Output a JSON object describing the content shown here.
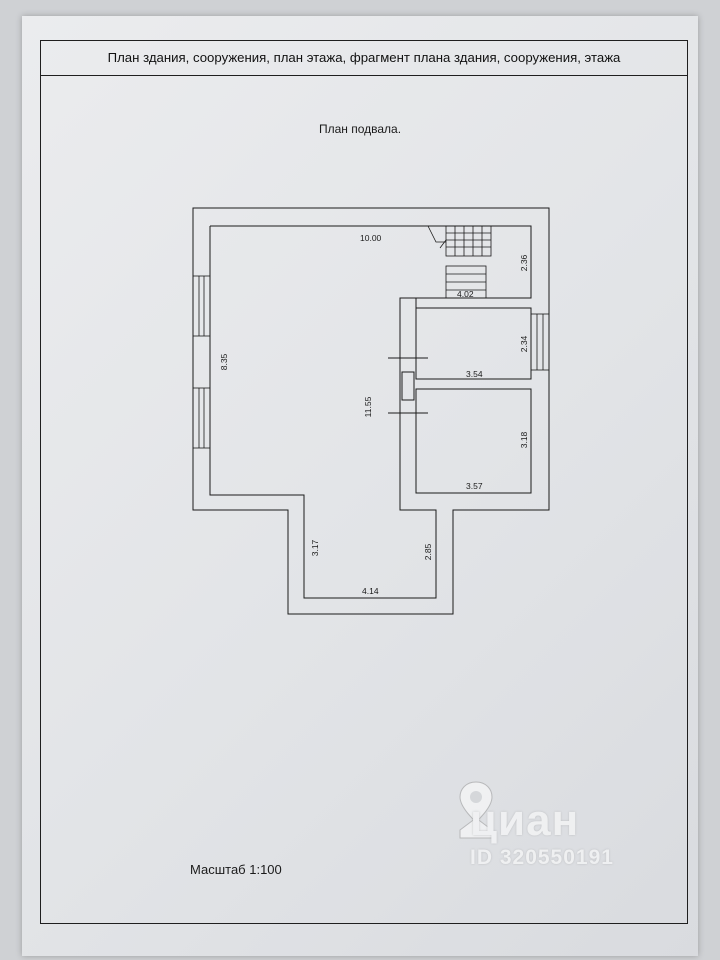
{
  "header": {
    "title": "План здания, сооружения, план этажа, фрагмент плана здания, сооружения, этажа"
  },
  "plan": {
    "title": "План подвала.",
    "scale_label": "Масштаб 1:100",
    "dimensions": {
      "top_width": "10.00",
      "left_height": "8.35",
      "center_height": "11.55",
      "stair_width": "4.02",
      "stair_height": "2.36",
      "room_a_height": "2.34",
      "room_a_width": "3.54",
      "room_b_height": "3.18",
      "room_b_width": "3.57",
      "lower_left_height": "3.17",
      "lower_right_height": "2.85",
      "lower_width": "4.14"
    }
  },
  "watermark": {
    "brand": "циан",
    "id_text": "ID 320550191"
  }
}
